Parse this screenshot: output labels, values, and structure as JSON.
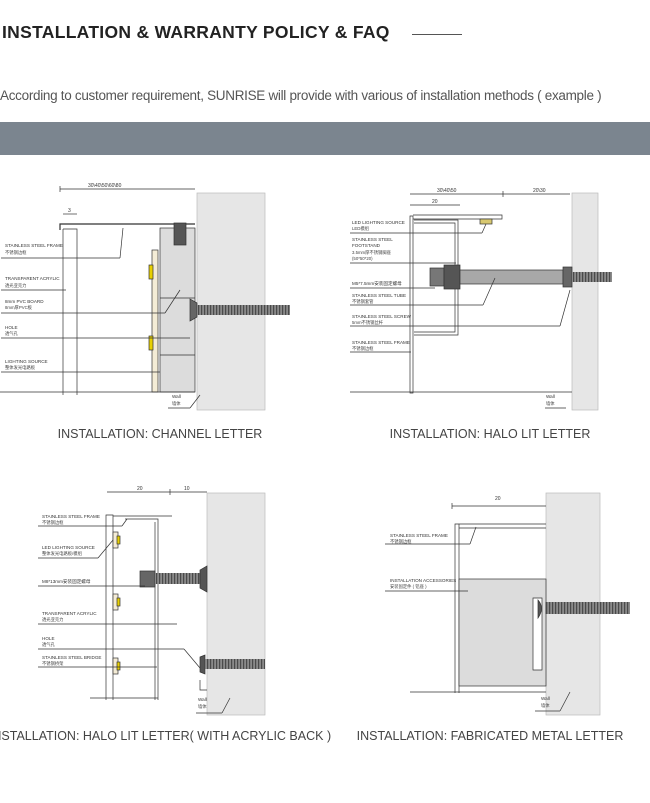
{
  "header": {
    "title": "INSTALLATION  &  WARRANTY POLICY  &  FAQ",
    "subtitle": "According to customer requirement, SUNRISE will provide with various of installation methods ( example )"
  },
  "diagrams": [
    {
      "caption": "INSTALLATION:  CHANNEL LETTER",
      "dims": [
        "30\\40\\50\\60\\80",
        "3"
      ],
      "labels": [
        [
          "STAINLESS STEEL FRAME",
          "不锈钢边框"
        ],
        [
          "TRANSPARENT ACRYLIC",
          "透光亚克力"
        ],
        [
          "8mm PVC BOARD",
          "8mm厚PVC板"
        ],
        [
          "HOLE",
          "透气孔"
        ],
        [
          "LIGHTING SOURCE",
          "整体发光电路板"
        ]
      ],
      "wall": [
        "Wall",
        "墙体"
      ]
    },
    {
      "caption": "INSTALLATION:  HALO LIT LETTER",
      "dims": [
        "30\\40\\50",
        "20\\30",
        "20"
      ],
      "labels": [
        [
          "LED LIGHTING SOURCE",
          "LED模组"
        ],
        [
          "STAINLESS STEEL",
          "FOOTSTAND",
          "3.5mm厚不锈钢脚座",
          "(50*50*20)"
        ],
        [
          "M5*7.5mm安装固定螺母"
        ],
        [
          "STAINLESS STEEL TUBE",
          "不锈钢套管"
        ],
        [
          "STAINLESS STEEL SCREW",
          "5mm不锈钢丝杆"
        ],
        [
          "STAINLESS STEEL FRAME",
          "不锈钢边框"
        ]
      ],
      "wall": [
        "Wall",
        "墙体"
      ]
    },
    {
      "caption": "INSTALLATION:  HALO LIT LETTER( WITH ACRYLIC BACK )",
      "dims": [
        "20",
        "10"
      ],
      "labels": [
        [
          "STAINLESS STEEL FRAME",
          "不锈钢边框"
        ],
        [
          "LED LIGHTING SOURCE",
          "整体发光电路板/模组"
        ],
        [
          "M8*13mm安装固定螺母"
        ],
        [
          "TRANSPARENT ACRYLIC",
          "透光亚克力"
        ],
        [
          "HOLE",
          "透气孔"
        ],
        [
          "STAINLESS STEEL BRIDGE",
          "不锈钢桥架"
        ]
      ],
      "wall": [
        "Wall",
        "墙体"
      ]
    },
    {
      "caption": "INSTALLATION:  FABRICATED METAL LETTER",
      "dims": [
        "20"
      ],
      "labels": [
        [
          "STAINLESS STEEL FRAME",
          "不锈钢边框"
        ],
        [
          "INSTALLATION ACCESSORIES",
          "安装固定件 ( 铝座 )"
        ]
      ],
      "wall": [
        "Wall",
        "墙体"
      ]
    }
  ],
  "colors": {
    "band": "#7b858f",
    "wall": "#e6e6e6",
    "led": "#e8d000",
    "acrylic": "#f4ecd6",
    "box": "#dcdcdc",
    "screw": "#6f6f6f"
  }
}
